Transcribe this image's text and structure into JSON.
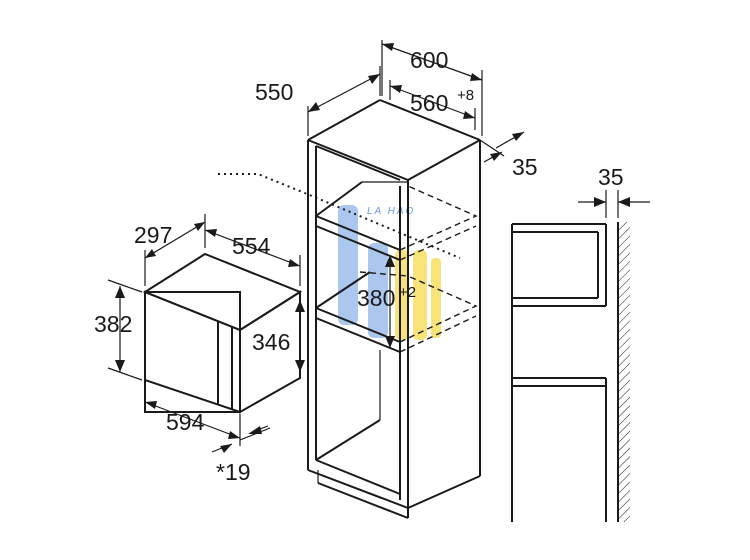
{
  "microwave": {
    "depth": "297",
    "width_top": "554",
    "height_outer": "382",
    "height_inner": "346",
    "width_front": "594",
    "front_offset": "*19"
  },
  "cabinet": {
    "depth": "550",
    "width_outer": "600",
    "width_niche": "560",
    "width_niche_tol": "+8",
    "rear_gap": "35",
    "niche_height": "380",
    "niche_height_tol": "+2"
  },
  "side_view": {
    "gap": "35"
  },
  "watermark": {
    "text": "LA HAO",
    "colors": {
      "blue": "#4a86d8",
      "yellow": "#f3d21e"
    }
  }
}
